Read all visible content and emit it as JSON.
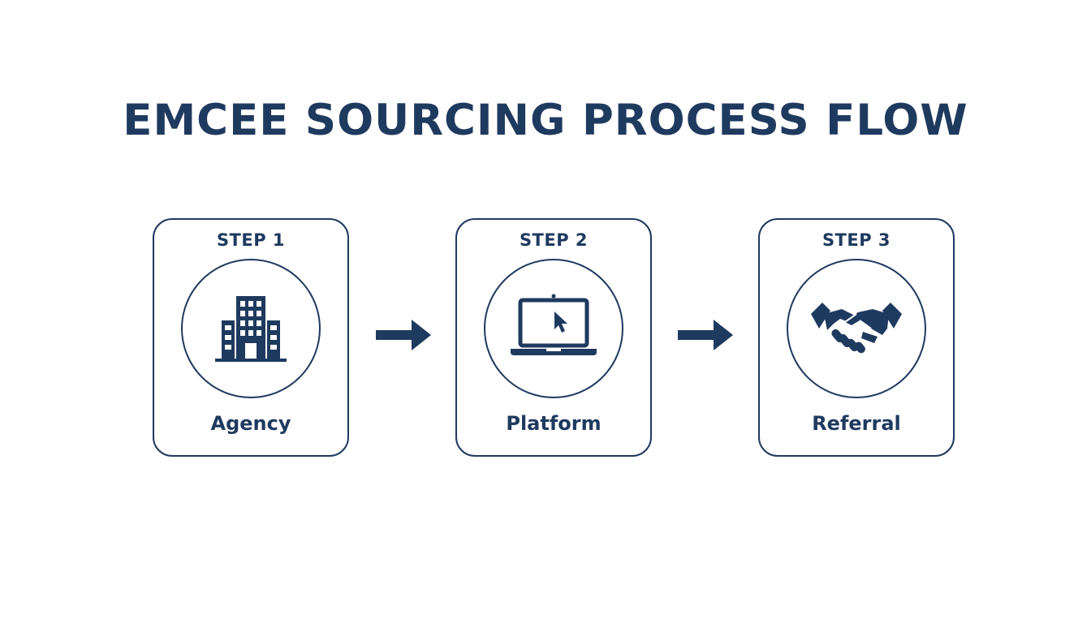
{
  "title": "EMCEE SOURCING PROCESS FLOW",
  "colors": {
    "primary": "#1f3a5f",
    "background": "#ffffff"
  },
  "steps": [
    {
      "label": "STEP 1",
      "name": "Agency",
      "icon": "building-icon"
    },
    {
      "label": "STEP 2",
      "name": "Platform",
      "icon": "laptop-cursor-icon"
    },
    {
      "label": "STEP 3",
      "name": "Referral",
      "icon": "handshake-icon"
    }
  ],
  "connectors": [
    {
      "icon": "arrow-right-icon"
    },
    {
      "icon": "arrow-right-icon"
    }
  ]
}
